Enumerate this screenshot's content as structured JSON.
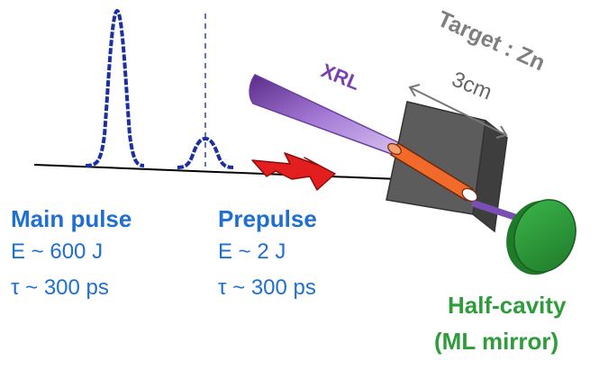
{
  "labels": {
    "target": "Target : Zn",
    "size": "3cm",
    "xrl": "XRL",
    "main_pulse": {
      "title": "Main pulse",
      "energy": "E ~ 600 J",
      "duration": "τ ~ 300 ps"
    },
    "prepulse": {
      "title": "Prepulse",
      "energy": "E ~ 2 J",
      "duration": "τ ~ 300 ps"
    },
    "half_cavity": {
      "line1": "Half-cavity",
      "line2": "(ML mirror)"
    }
  },
  "colors": {
    "pulse_blue": "#1a2fa0",
    "label_blue": "#1f6fd1",
    "label_green": "#2e9c3a",
    "xrl_purple": "#7a3fb0",
    "target_gray": "#5a5a5a",
    "plasma_orange": "#f26a2a",
    "arrow_red": "#e31e1e",
    "mirror_green": "#2f9a3a"
  },
  "icons": {
    "laser_arrow": "red-lightning-arrow-icon",
    "mirror": "green-disk-mirror-icon"
  }
}
